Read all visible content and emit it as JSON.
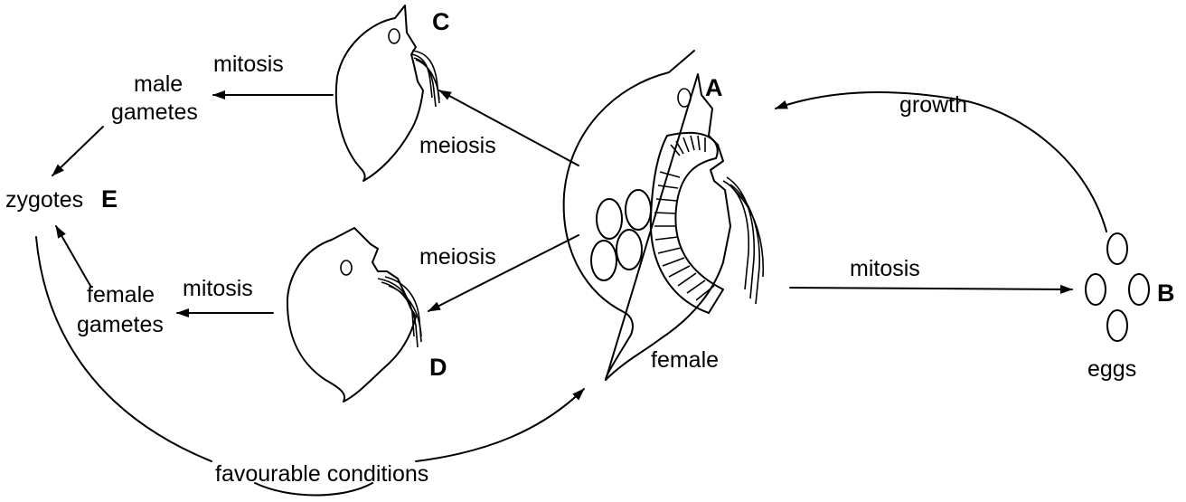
{
  "labels": {
    "mitosis_top": "mitosis",
    "male_gametes_1": "male",
    "male_gametes_2": "gametes",
    "zygotes": "zygotes",
    "zygotes_letter": "E",
    "female_gametes_1": "female",
    "female_gametes_2": "gametes",
    "mitosis_left": "mitosis",
    "meiosis_upper": "meiosis",
    "meiosis_lower": "meiosis",
    "letter_c": "C",
    "letter_d": "D",
    "letter_a": "A",
    "female": "female",
    "mitosis_right": "mitosis",
    "letter_b": "B",
    "eggs": "eggs",
    "growth": "growth",
    "favourable_conditions": "favourable conditions"
  },
  "colors": {
    "line": "#000000",
    "background": "#ffffff"
  }
}
